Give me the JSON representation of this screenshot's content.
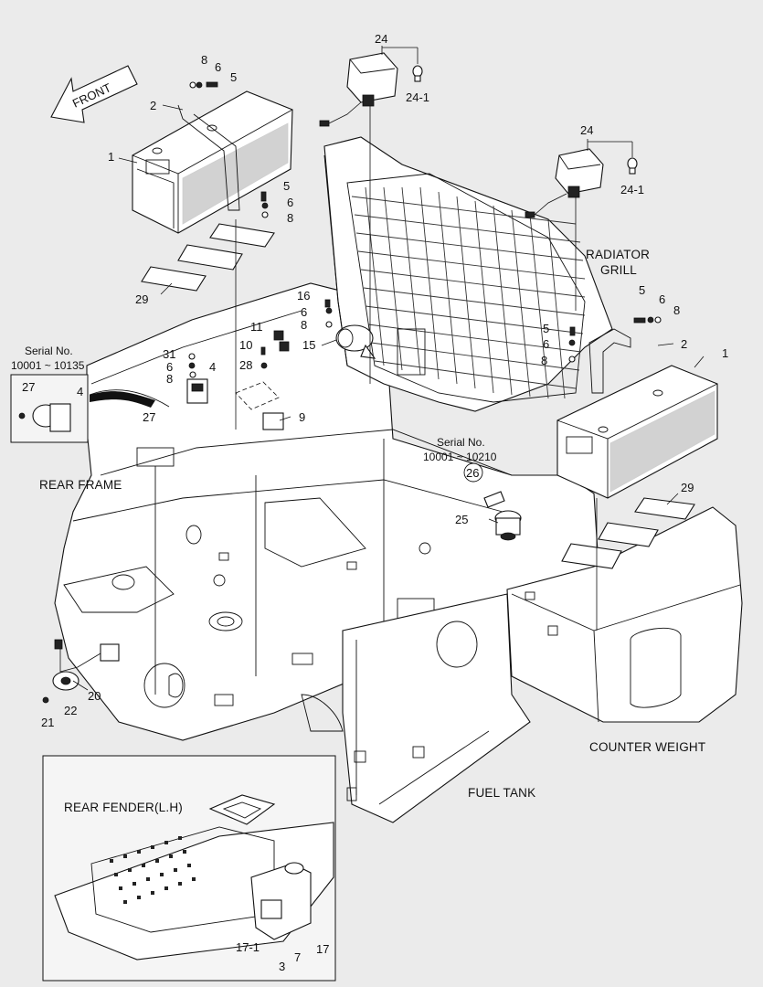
{
  "labels": {
    "front": "FRONT",
    "radiator_grill_line1": "RADIATOR",
    "radiator_grill_line2": "GRILL",
    "rear_frame": "REAR FRAME",
    "counter_weight": "COUNTER WEIGHT",
    "fuel_tank": "FUEL TANK",
    "rear_fender": "REAR FENDER(L.H)",
    "serial_title_left": "Serial No.",
    "serial_range_left": "10001 ~ 10135",
    "serial_title_right": "Serial No.",
    "serial_range_right": "10001 ~ 10210"
  },
  "callouts": {
    "c1a": "1",
    "c1b": "1",
    "c2a": "2",
    "c2b": "2",
    "c3": "3",
    "c4a": "4",
    "c4b": "4",
    "c5a": "5",
    "c5b": "5",
    "c5c": "5",
    "c5d": "5",
    "c6a": "6",
    "c6b": "6",
    "c6c": "6",
    "c6d": "6",
    "c6e": "6",
    "c6f": "6",
    "c7": "7",
    "c8a": "8",
    "c8b": "8",
    "c8c": "8",
    "c8d": "8",
    "c8e": "8",
    "c8f": "8",
    "c9": "9",
    "c10": "10",
    "c11": "11",
    "c15": "15",
    "c16": "16",
    "c17": "17",
    "c17_1": "17-1",
    "c20": "20",
    "c21": "21",
    "c22": "22",
    "c24a": "24",
    "c24b": "24",
    "c24_1a": "24-1",
    "c24_1b": "24-1",
    "c25": "25",
    "c26": "26",
    "c27a": "27",
    "c27b": "27",
    "c28": "28",
    "c29a": "29",
    "c29b": "29",
    "c31": "31"
  }
}
